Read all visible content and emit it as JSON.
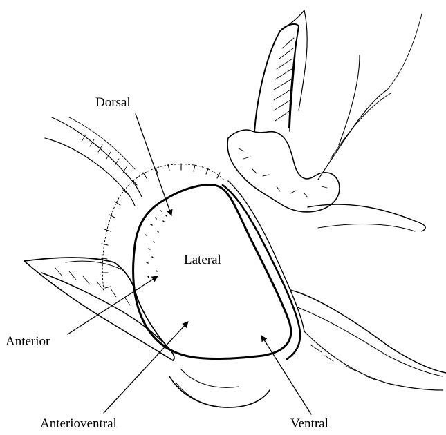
{
  "labels": {
    "dorsal": "Dorsal",
    "lateral": "Lateral",
    "anterior": "Anterior",
    "anterioventral": "Anterioventral",
    "ventral": "Ventral"
  },
  "colors": {
    "ink": "#000000",
    "background": "#ffffff"
  }
}
